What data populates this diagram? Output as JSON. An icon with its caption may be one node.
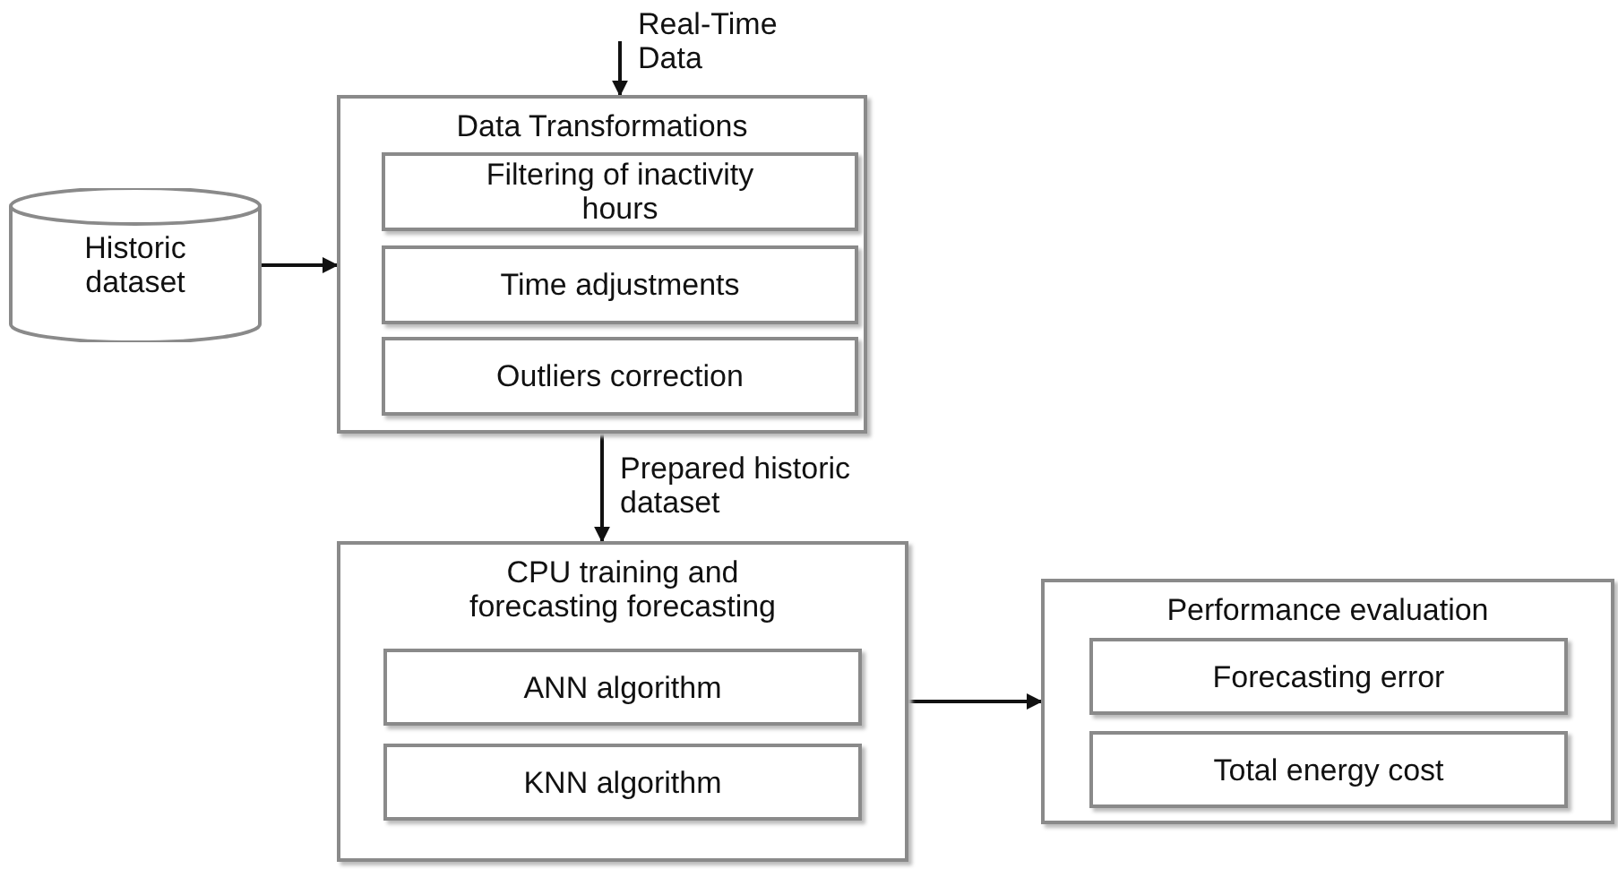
{
  "diagram": {
    "nodes": [
      {
        "text": [
          "Historic dataset"
        ]
      },
      {
        "text": [
          "Data Transformations"
        ]
      },
      {
        "text": [
          "Filtering of inactivity hours"
        ],
        "in": 1
      },
      {
        "text": [
          "Time adjustments"
        ],
        "in": 1
      },
      {
        "text": [
          "Outliers correction"
        ],
        "in": 1
      },
      {
        "text": [
          "CPU training and forecasting forecasting"
        ]
      },
      {
        "text": [
          "ANN  algorithm"
        ],
        "in": 5
      },
      {
        "text": [
          "KNN  algorithm"
        ],
        "in": 5
      },
      {
        "text": [
          "Performance evaluation"
        ]
      },
      {
        "text": [
          "Forecasting error"
        ],
        "in": 8
      },
      {
        "text": [
          "Total energy cost"
        ],
        "in": 8
      }
    ],
    "edges": [
      {
        "from": null,
        "to": 1,
        "arrow": "to",
        "label": "Real-Time Data"
      },
      {
        "from": 0,
        "to": 1,
        "arrow": "to"
      },
      {
        "from": 1,
        "to": 5,
        "arrow": "to",
        "label": "Prepared historic dataset"
      },
      {
        "from": 5,
        "to": 8,
        "arrow": "to"
      }
    ]
  }
}
